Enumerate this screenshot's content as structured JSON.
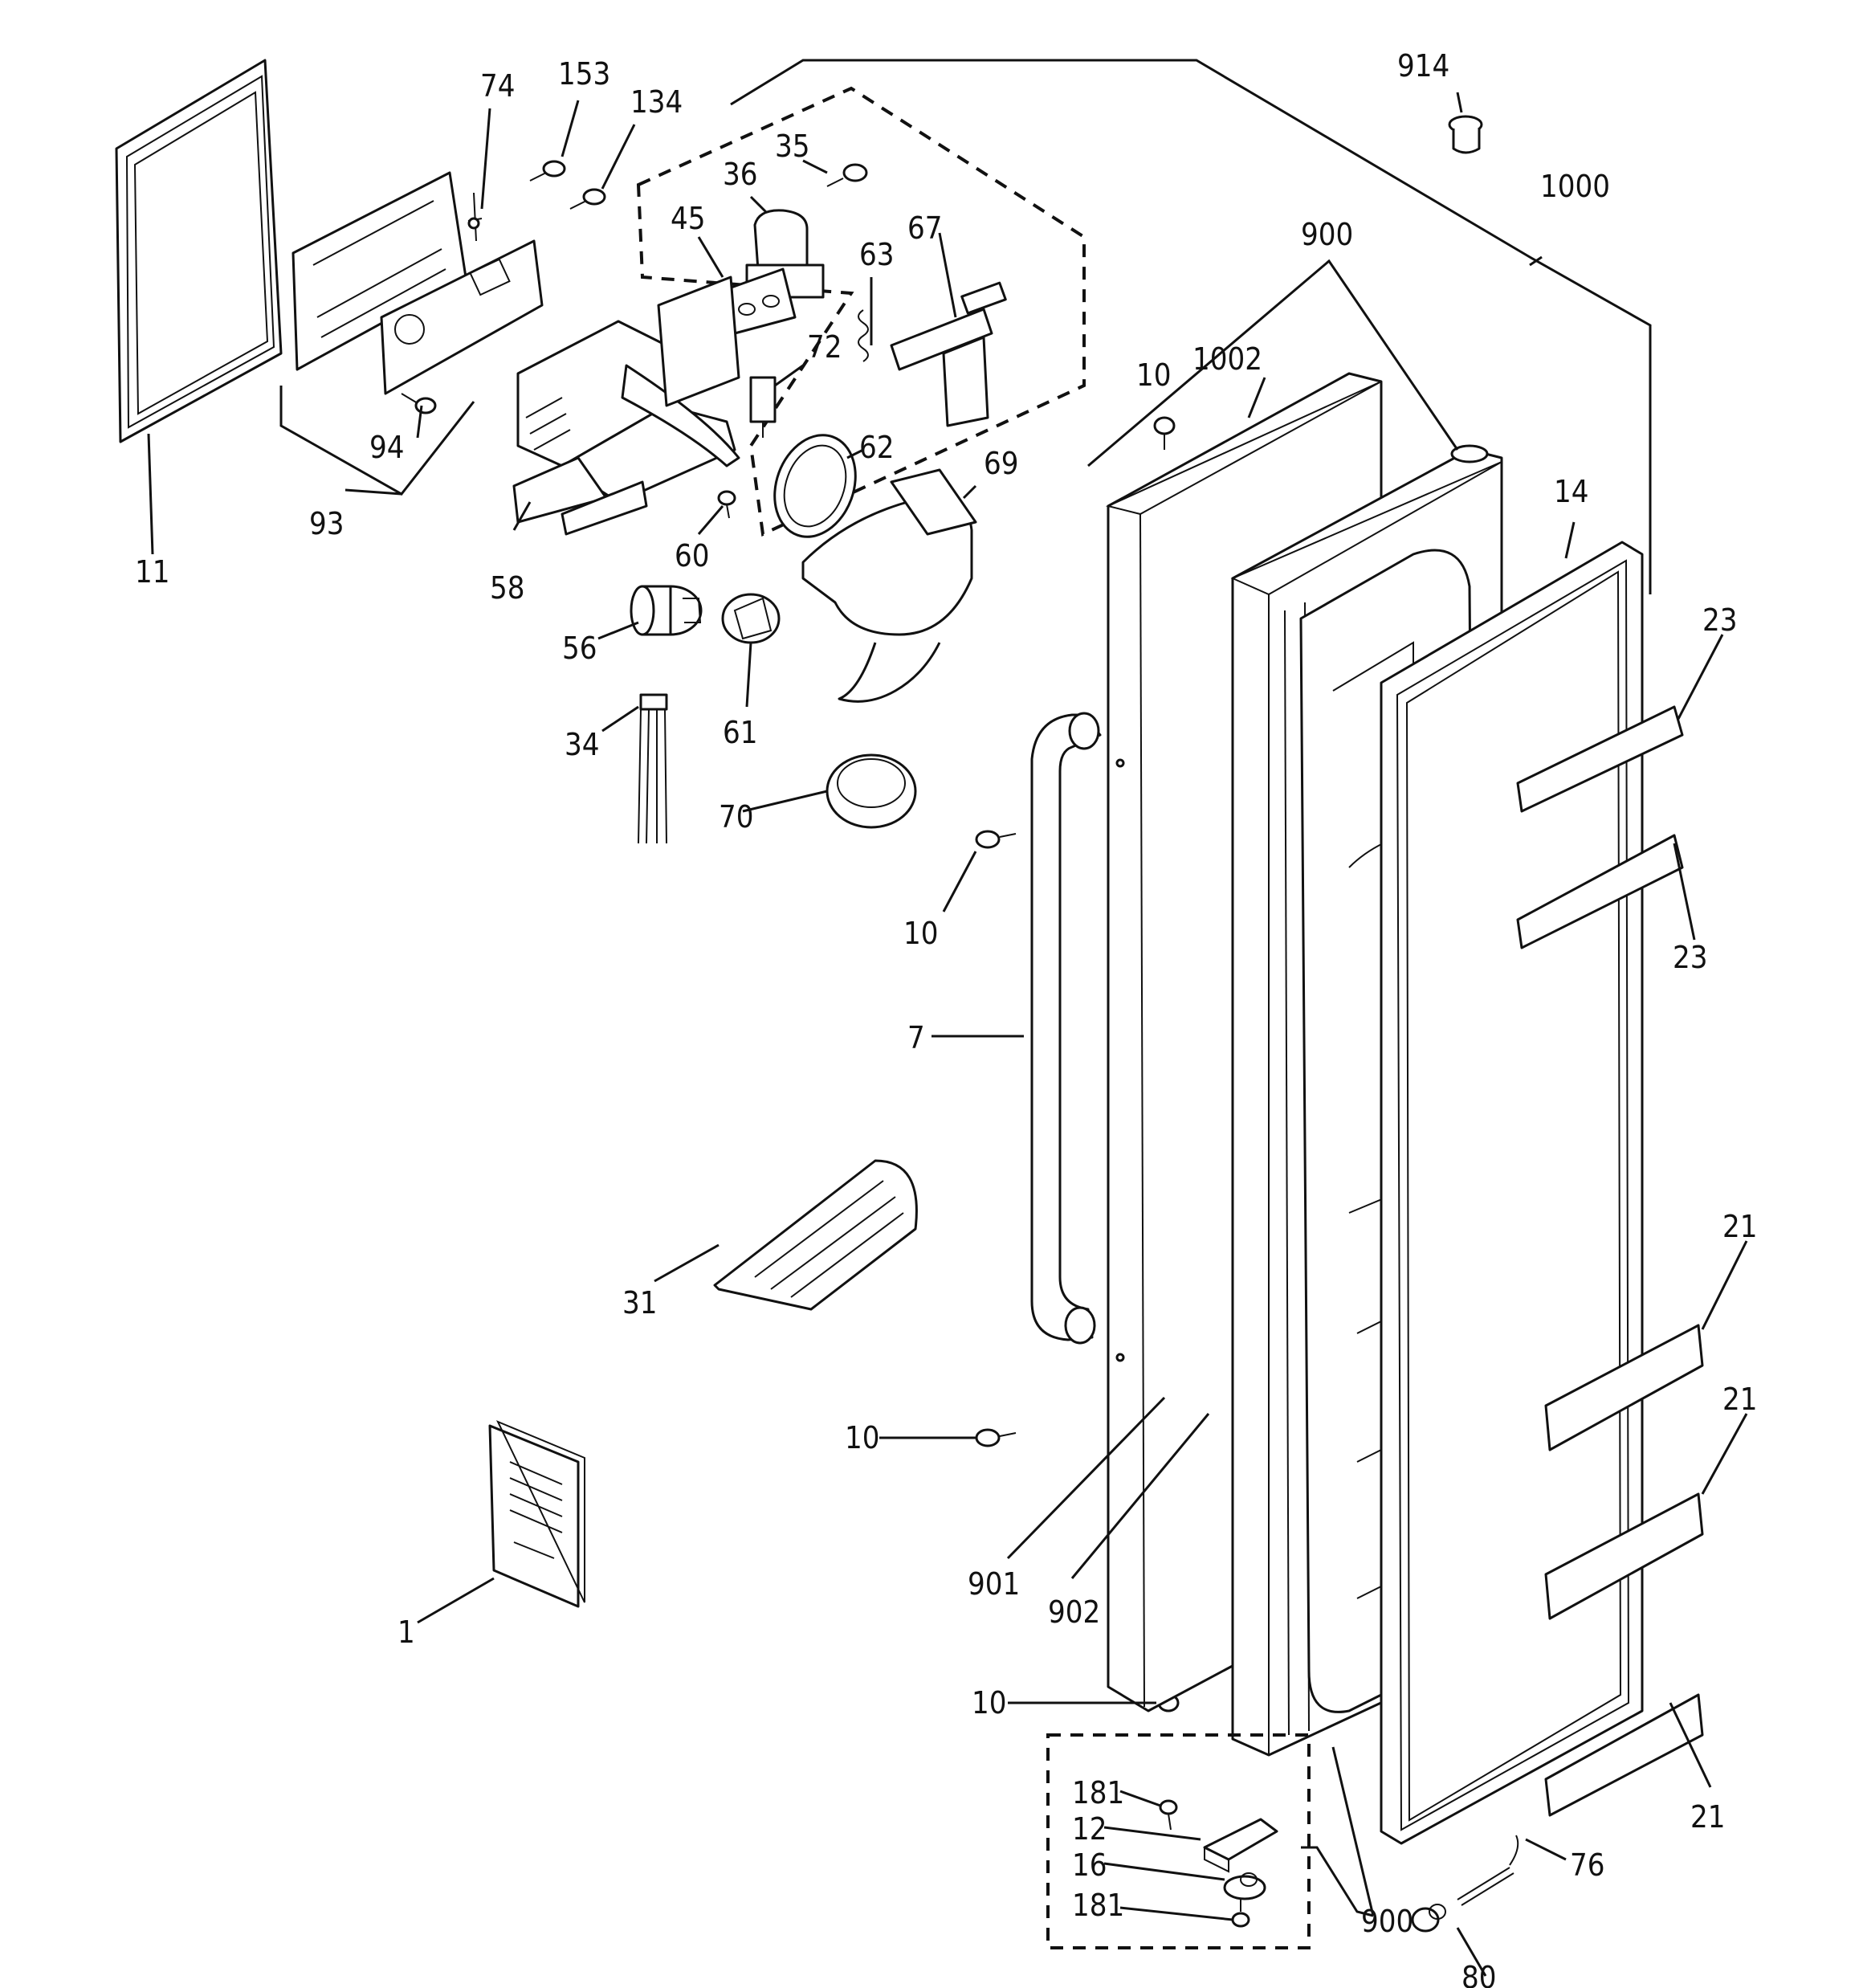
{
  "labels": {
    "p914": "914",
    "p1000": "1000",
    "p900_top": "900",
    "p1002": "1002",
    "p10_a": "10",
    "p14": "14",
    "p23_a": "23",
    "p23_b": "23",
    "p21_a": "21",
    "p21_b": "21",
    "p21_c": "21",
    "p74": "74",
    "p153": "153",
    "p134": "134",
    "p35": "35",
    "p36": "36",
    "p45": "45",
    "p63": "63",
    "p67": "67",
    "p72": "72",
    "p62": "62",
    "p69": "69",
    "p94": "94",
    "p93": "93",
    "p11": "11",
    "p58": "58",
    "p60": "60",
    "p56": "56",
    "p61": "61",
    "p34": "34",
    "p70": "70",
    "p10_b": "10",
    "p7": "7",
    "p31": "31",
    "p10_c": "10",
    "p901": "901",
    "p902": "902",
    "p1": "1",
    "p10_d": "10",
    "p181_a": "181",
    "p12": "12",
    "p16": "16",
    "p181_b": "181",
    "p900_bot": "900",
    "p76": "76",
    "p80": "80"
  }
}
